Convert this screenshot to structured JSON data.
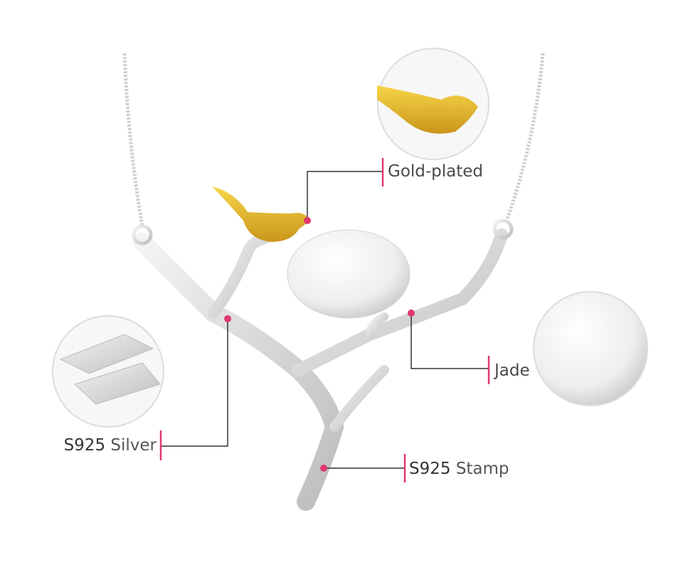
{
  "labels": {
    "gold": "Gold-plated",
    "jade": "Jade",
    "silver_code": "S925",
    "silver_word": "Silver",
    "stamp_code": "S925",
    "stamp_word": "Stamp"
  },
  "colors": {
    "marker": "#e0386d",
    "leader_line": "#333333",
    "gold": "#e3b521",
    "silver": "#d9d9d9"
  }
}
